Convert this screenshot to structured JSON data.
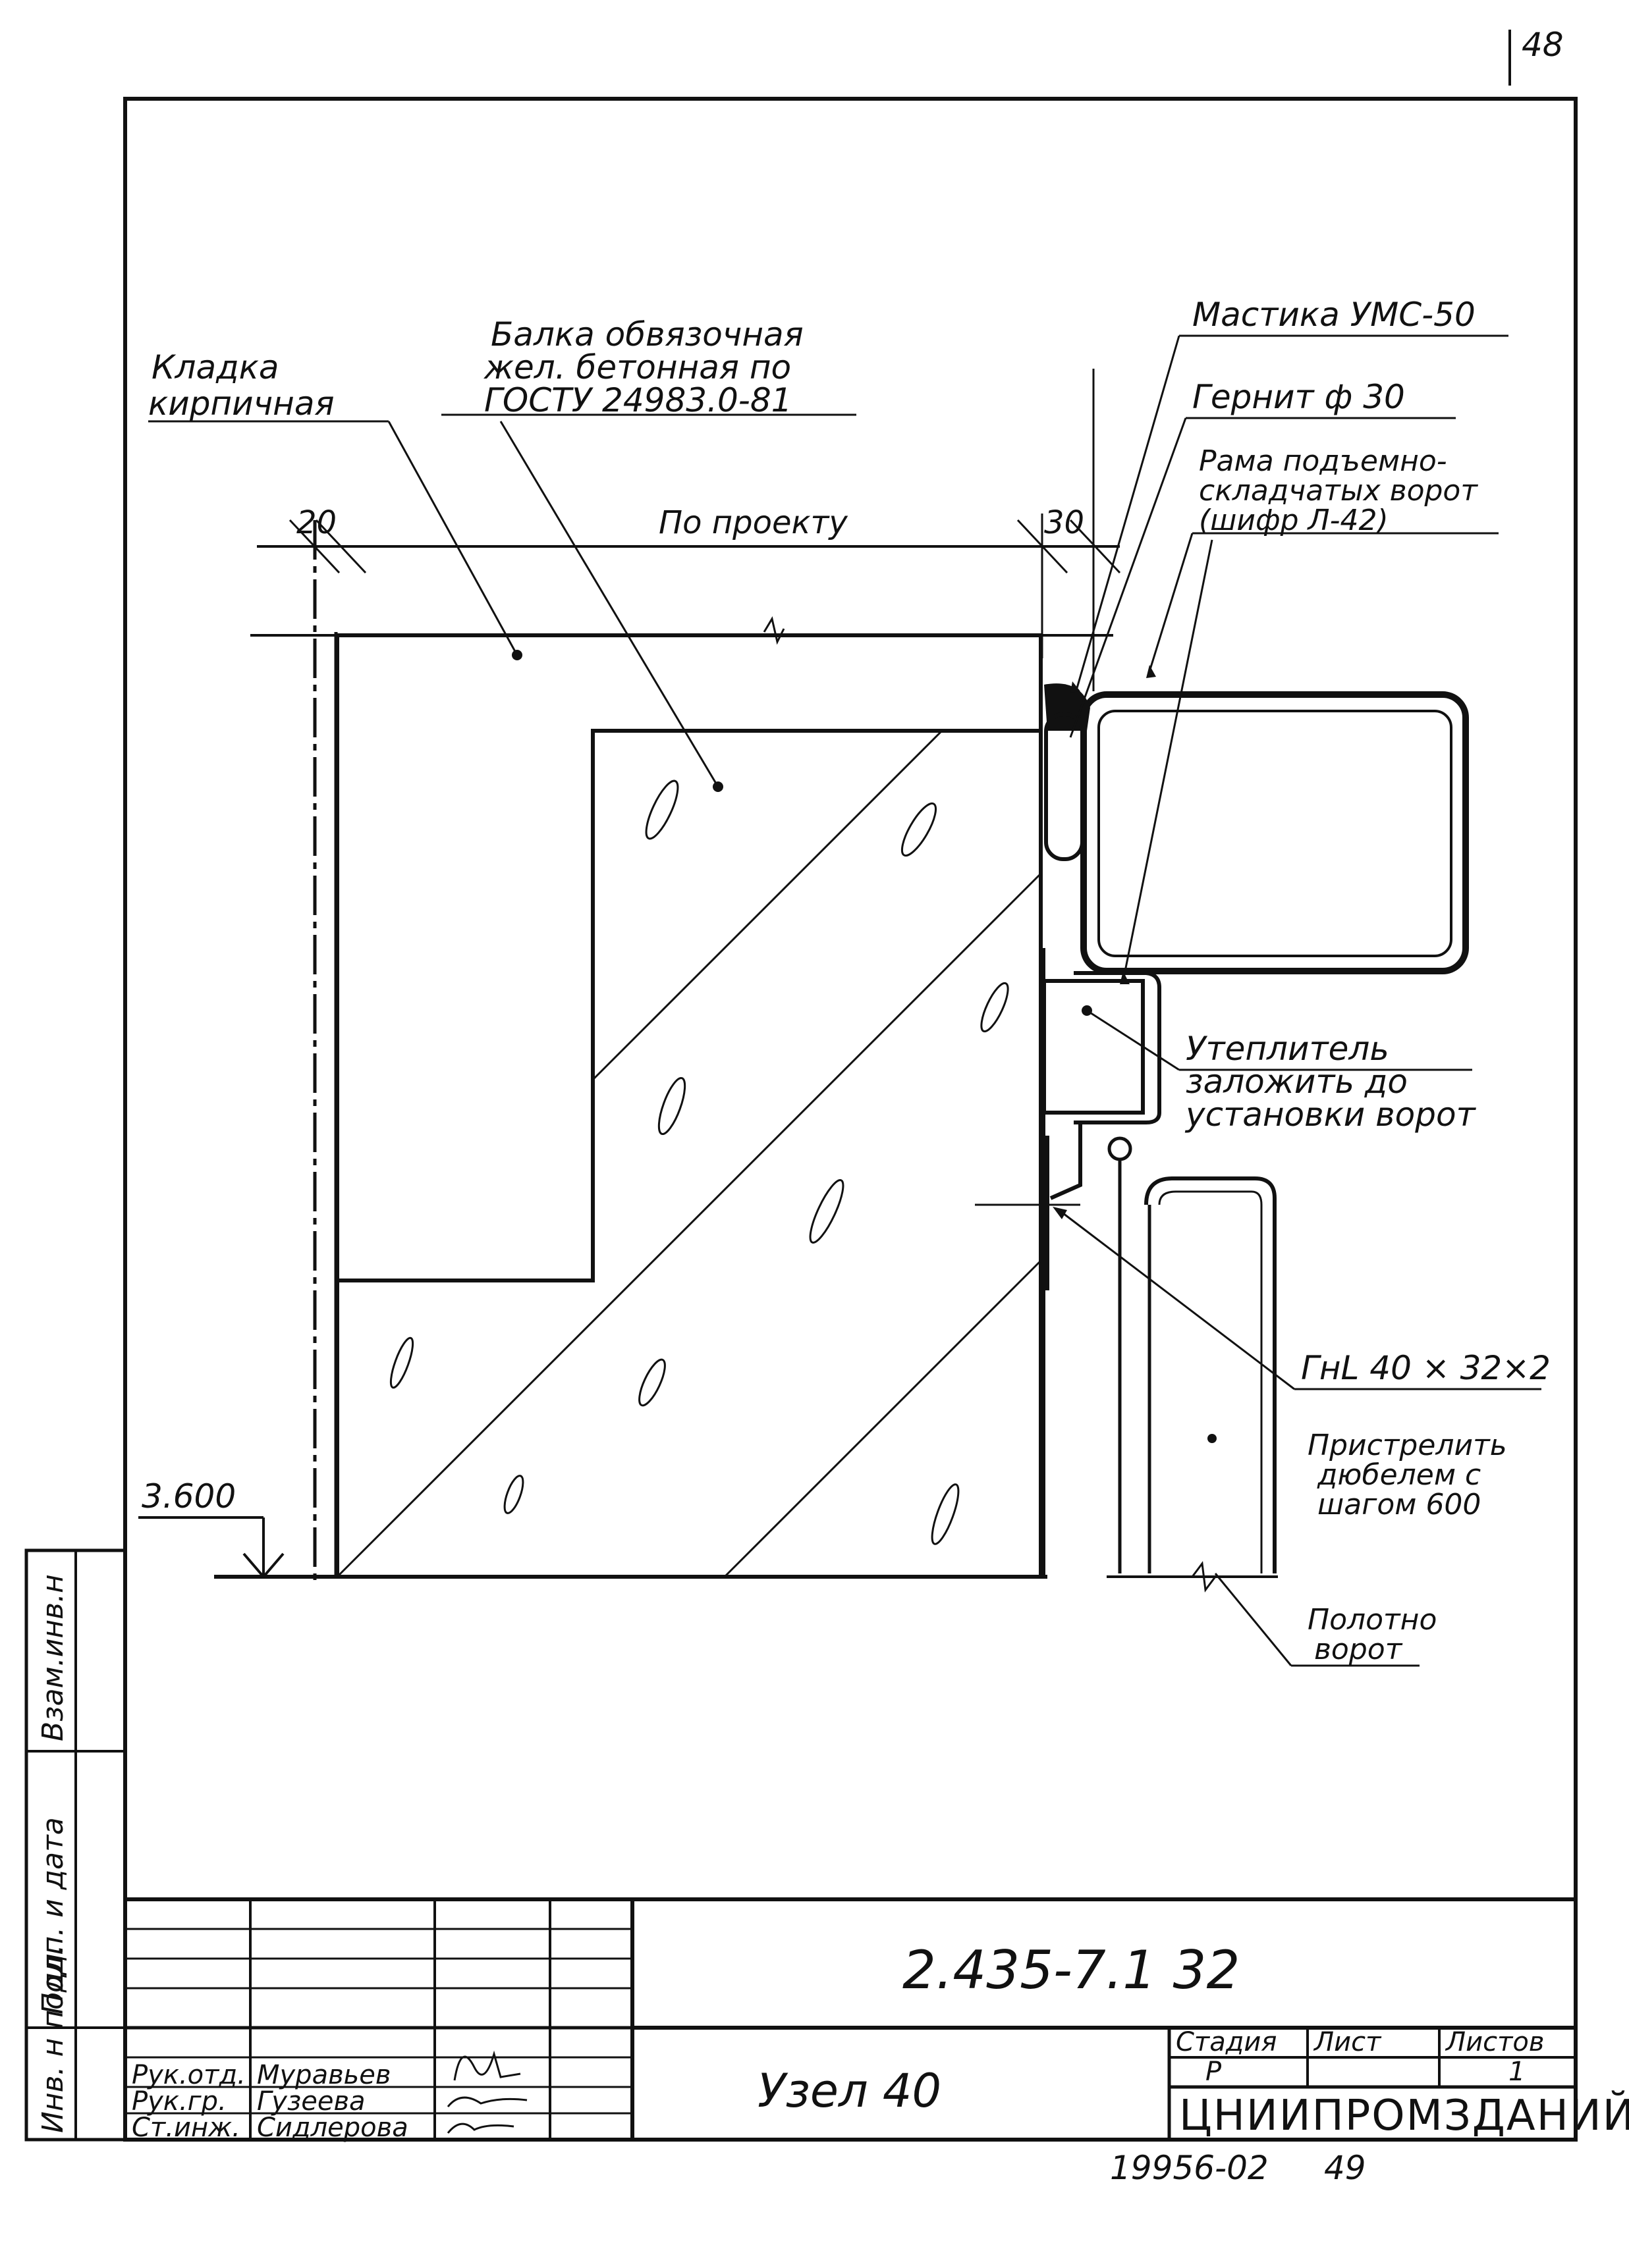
{
  "page": {
    "corner_number": "48",
    "bottom_stamp_left": "19956-02",
    "bottom_stamp_right": "49"
  },
  "labels": {
    "masonry_line1": "Кладка",
    "masonry_line2": "кирпичная",
    "beam_line1": "Балка обвязочная",
    "beam_line2": "жел. бетонная по",
    "beam_line3": "ГОСТУ 24983.0-81",
    "mastic": "Мастика УМС-50",
    "gernit": "Гернит ф 30",
    "frame_line1": "Рама подъемно-",
    "frame_line2": "складчатых ворот",
    "frame_line3": "(шифр Л-42)",
    "insul_line1": "Утеплитель",
    "insul_line2": "заложить до",
    "insul_line3": "установки ворот",
    "angle": "ГнL 40 × 32×2",
    "shoot_line1": "Пристрелить",
    "shoot_line2": "дюбелем с",
    "shoot_line3": "шагом 600",
    "leaf_line1": "Полотно",
    "leaf_line2": "ворот",
    "level": "3.600"
  },
  "dimensions": {
    "left_gap": "20",
    "by_project": "По проекту",
    "right_gap": "30"
  },
  "side_stamp": {
    "inv_orig": "Инв. н подл.",
    "sign_date": "Подп. и дата",
    "replace_inv": "Взам.инв.н"
  },
  "title_block": {
    "doc_code": "2.435-7.1 32",
    "title": "Узел 40",
    "stage_header": "Стадия",
    "sheet_header": "Лист",
    "sheets_header": "Листов",
    "stage_value": "Р",
    "sheet_value": "",
    "sheets_value": "1",
    "organization": "ЦНИИПРОМЗДАНИЙ",
    "people": [
      {
        "role": "Рук.отд.",
        "name": "Муравьев"
      },
      {
        "role": "Рук.гр.",
        "name": "Гузеева"
      },
      {
        "role": "Ст.инж.",
        "name": "Сидлерова"
      }
    ]
  }
}
